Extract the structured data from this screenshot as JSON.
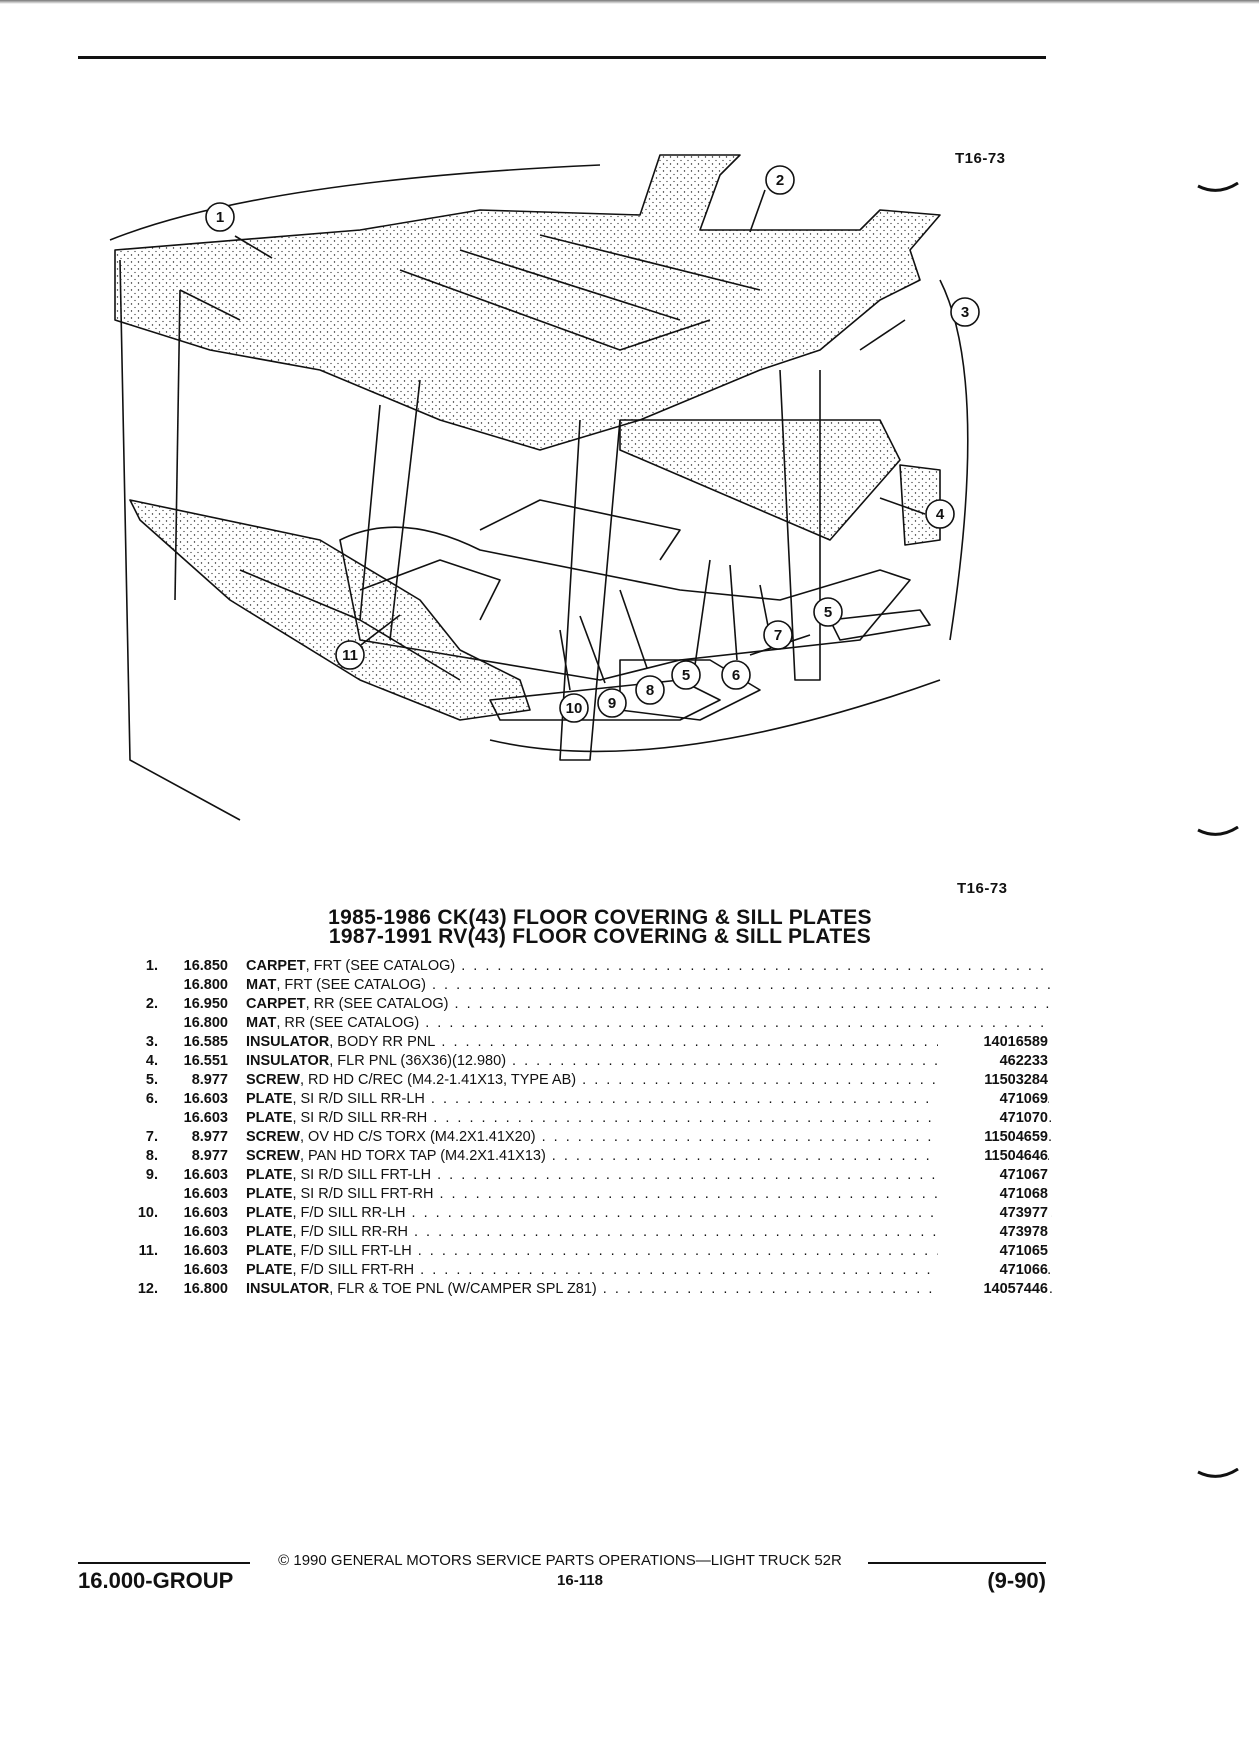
{
  "figure": {
    "code_top": "T16-73",
    "code_bottom": "T16-73",
    "callouts": [
      "1",
      "2",
      "3",
      "4",
      "5",
      "5",
      "6",
      "7",
      "8",
      "9",
      "10",
      "11"
    ]
  },
  "titles": {
    "line1": "1985-1986 CK(43) FLOOR COVERING & SILL PLATES",
    "line2": "1987-1991 RV(43) FLOOR COVERING & SILL PLATES"
  },
  "parts": [
    {
      "num": "1.",
      "group": "16.850",
      "name": "CARPET",
      "desc": ", FRT (SEE CATALOG)",
      "pn": ""
    },
    {
      "num": "",
      "group": "16.800",
      "name": "MAT",
      "desc": ", FRT (SEE CATALOG)",
      "pn": ""
    },
    {
      "num": "2.",
      "group": "16.950",
      "name": "CARPET",
      "desc": ", RR (SEE CATALOG)",
      "pn": ""
    },
    {
      "num": "",
      "group": "16.800",
      "name": "MAT",
      "desc": ", RR (SEE CATALOG)",
      "pn": ""
    },
    {
      "num": "3.",
      "group": "16.585",
      "name": "INSULATOR",
      "desc": ", BODY RR PNL",
      "pn": "14016589"
    },
    {
      "num": "4.",
      "group": "16.551",
      "name": "INSULATOR",
      "desc": ", FLR PNL (36X36)(12.980)",
      "pn": "462233"
    },
    {
      "num": "5.",
      "group": "8.977",
      "name": "SCREW",
      "desc": ", RD HD C/REC (M4.2-1.41X13, TYPE AB)",
      "pn": "11503284"
    },
    {
      "num": "6.",
      "group": "16.603",
      "name": "PLATE",
      "desc": ", SI R/D SILL RR-LH",
      "pn": "471069"
    },
    {
      "num": "",
      "group": "16.603",
      "name": "PLATE",
      "desc": ", SI R/D SILL RR-RH",
      "pn": "471070"
    },
    {
      "num": "7.",
      "group": "8.977",
      "name": "SCREW",
      "desc": ", OV HD C/S TORX (M4.2X1.41X20)",
      "pn": "11504659"
    },
    {
      "num": "8.",
      "group": "8.977",
      "name": "SCREW",
      "desc": ", PAN HD TORX TAP (M4.2X1.41X13)",
      "pn": "11504646"
    },
    {
      "num": "9.",
      "group": "16.603",
      "name": "PLATE",
      "desc": ", SI R/D SILL FRT-LH",
      "pn": "471067"
    },
    {
      "num": "",
      "group": "16.603",
      "name": "PLATE",
      "desc": ", SI R/D SILL FRT-RH",
      "pn": "471068"
    },
    {
      "num": "10.",
      "group": "16.603",
      "name": "PLATE",
      "desc": ", F/D SILL RR-LH",
      "pn": "473977"
    },
    {
      "num": "",
      "group": "16.603",
      "name": "PLATE",
      "desc": ", F/D SILL RR-RH",
      "pn": "473978"
    },
    {
      "num": "11.",
      "group": "16.603",
      "name": "PLATE",
      "desc": ", F/D SILL FRT-LH",
      "pn": "471065"
    },
    {
      "num": "",
      "group": "16.603",
      "name": "PLATE",
      "desc": ", F/D SILL FRT-RH",
      "pn": "471066"
    },
    {
      "num": "12.",
      "group": "16.800",
      "name": "INSULATOR",
      "desc": ", FLR & TOE PNL (W/CAMPER SPL Z81)",
      "pn": "14057446"
    }
  ],
  "footer": {
    "copyright": "© 1990 GENERAL MOTORS SERVICE PARTS OPERATIONS—LIGHT TRUCK 52R",
    "group": "16.000-GROUP",
    "page": "16-118",
    "date": "(9-90)"
  }
}
